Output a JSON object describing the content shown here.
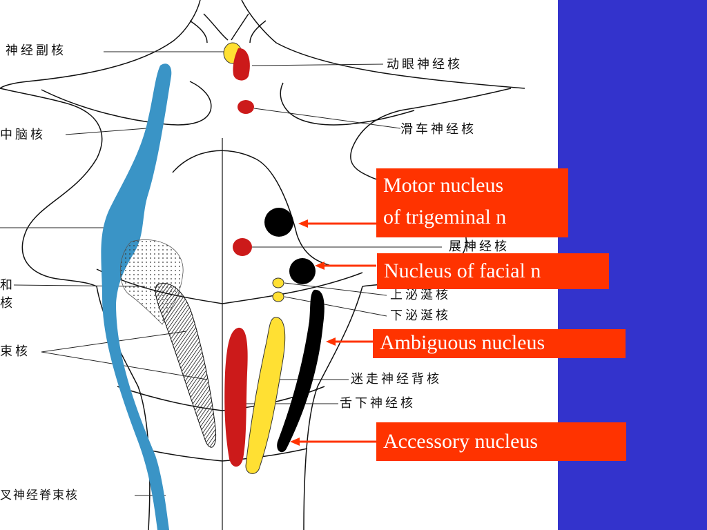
{
  "chinese_labels": {
    "accessory_oculomotor": "神经副核",
    "oculomotor": "动眼神经核",
    "midbrain": "中脑核",
    "trochlear": "滑车神经核",
    "abducens": "展神经核",
    "fragment_left_1": "和",
    "fragment_left_2": "核",
    "superior_salivatory": "上泌涎核",
    "inferior_salivatory": "下泌涎核",
    "solitary": "束核",
    "dorsal_vagus": "迷走神经背核",
    "hypoglossal": "舌下神经核",
    "spinal_trigeminal": "叉神经脊束核"
  },
  "english_labels": {
    "motor_trigeminal_line1": "Motor nucleus",
    "motor_trigeminal_line2": "of trigeminal n",
    "facial": "Nucleus of facial n",
    "ambiguus": "Ambiguous  nucleus",
    "accessory": "Accessory   nucleus"
  },
  "colors": {
    "background_band": "#3333cc",
    "label_box": "#ff3300",
    "label_text": "#ffffff",
    "motor_nucleus": "#000000",
    "parasympathetic": "#ffe033",
    "somatic_motor": "#cc1a1a",
    "sensory_trigeminal": "#3a94c6"
  }
}
